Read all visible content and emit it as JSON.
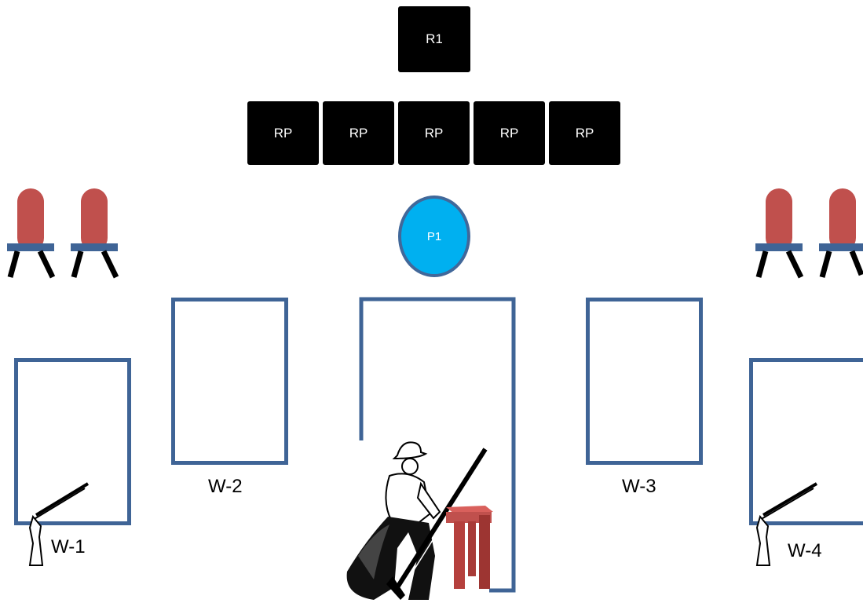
{
  "range_officer": {
    "label": "R1"
  },
  "reserved_positions": [
    "RP",
    "RP",
    "RP",
    "RP",
    "RP"
  ],
  "position_marker": {
    "label": "P1"
  },
  "windows": {
    "w1": "W-1",
    "w2": "W-2",
    "w3": "W-3",
    "w4": "W-4"
  },
  "colors": {
    "window_frame": "#3f6496",
    "marker_fill": "#00b0f0",
    "chair_seat": "#c0504d",
    "table": "#c0504d"
  },
  "icons": [
    "chair-icon",
    "rifle-icon",
    "cowboy-shooter-icon",
    "table-icon"
  ]
}
